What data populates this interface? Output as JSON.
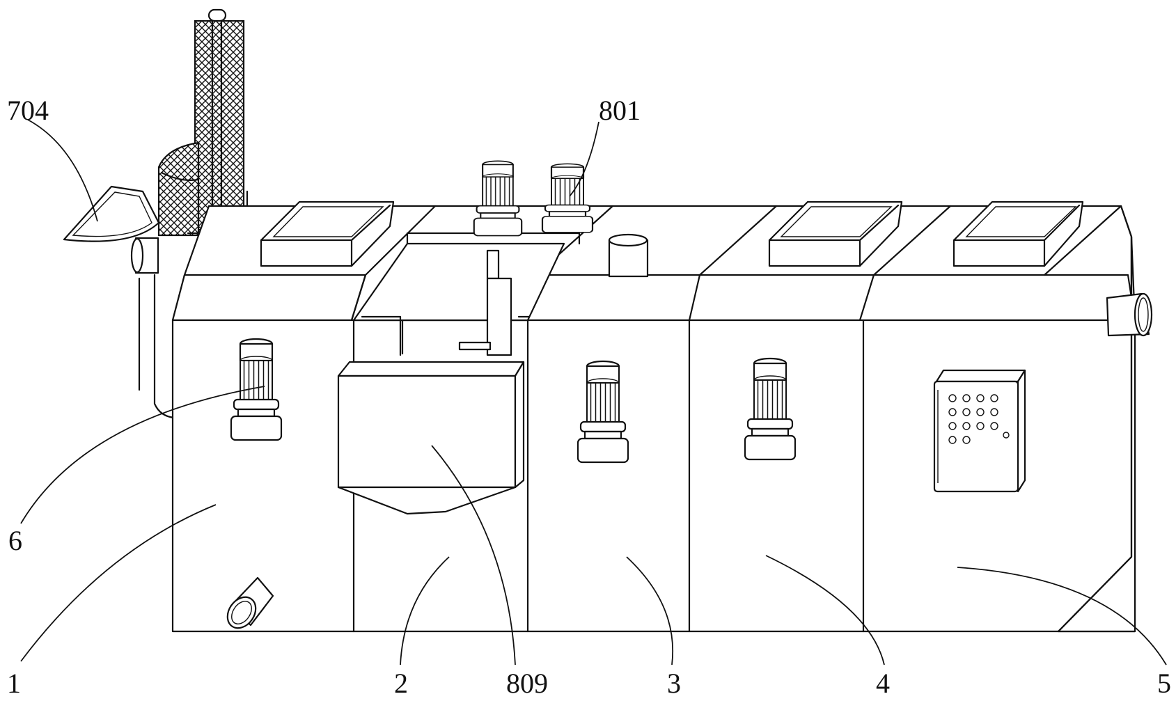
{
  "figure": {
    "labels": {
      "l704": "704",
      "l801": "801",
      "l6": "6",
      "l1": "1",
      "l2": "2",
      "l809": "809",
      "l3": "3",
      "l4": "4",
      "l5": "5"
    }
  }
}
